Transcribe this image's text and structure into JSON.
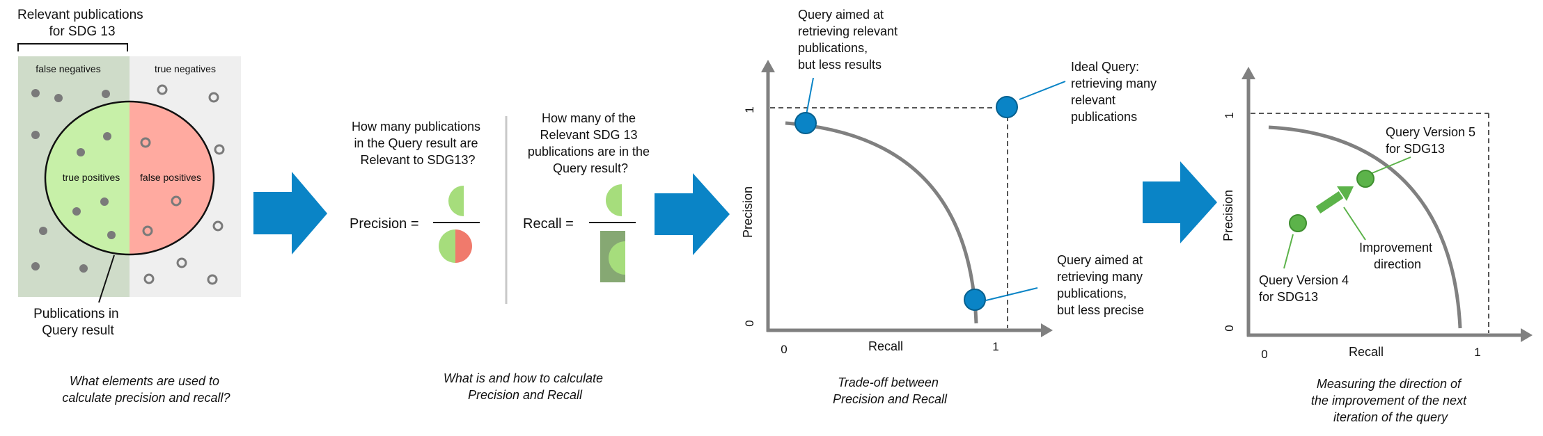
{
  "panel1": {
    "top_label": [
      "Relevant publications",
      "for SDG 13"
    ],
    "false_negatives": "false negatives",
    "true_negatives": "true negatives",
    "true_positives": "true positives",
    "false_positives": "false positives",
    "query_label": [
      "Publications in",
      "Query result"
    ],
    "caption": [
      "What elements are used to",
      "calculate precision and recall?"
    ],
    "colors": {
      "relevant_bg": "#cfdcc9",
      "outside_bg": "#efefef",
      "tp": "#c7f0a8",
      "fp": "#ffaaa0",
      "dot": "#7a7a7a"
    }
  },
  "panel2": {
    "q1": [
      "How many publications",
      "in the Query result are",
      "Relevant to SDG13?"
    ],
    "q2": [
      "How many of the",
      "Relevant SDG 13",
      "publications are in the",
      "Query result?"
    ],
    "precision_label": "Precision =",
    "recall_label": "Recall =",
    "caption": [
      "What is and how to calculate",
      "Precision and Recall"
    ],
    "colors": {
      "green": "#a6dd7c",
      "red": "#f07a6c",
      "dark_green": "#86a873"
    }
  },
  "panel3": {
    "x_label": "Recall",
    "y_label": "Precision",
    "x_ticks": [
      "0",
      "1"
    ],
    "y_ticks": [
      "0",
      "1"
    ],
    "ann_top": [
      "Query aimed at",
      "retrieving relevant",
      "publications,",
      "but less results"
    ],
    "ann_ideal": [
      "Ideal Query:",
      "retrieving many",
      "relevant",
      "publications"
    ],
    "ann_bottom": [
      "Query aimed at",
      "retrieving many",
      "publications,",
      "but less precise"
    ],
    "caption": [
      "Trade-off between",
      "Precision and Recall"
    ],
    "colors": {
      "point": "#0a84c6"
    }
  },
  "panel4": {
    "x_label": "Recall",
    "y_label": "Precision",
    "x_ticks": [
      "0",
      "1"
    ],
    "y_ticks": [
      "0",
      "1"
    ],
    "ann_v5": [
      "Query Version 5",
      "for SDG13"
    ],
    "ann_v4": [
      "Query Version 4",
      "for SDG13"
    ],
    "ann_dir": [
      "Improvement",
      "direction"
    ],
    "caption": [
      "Measuring the direction of",
      "the improvement of the next",
      "iteration of the query"
    ],
    "colors": {
      "point": "#5cb34a"
    }
  },
  "arrows": {
    "color": "#0a84c6"
  }
}
